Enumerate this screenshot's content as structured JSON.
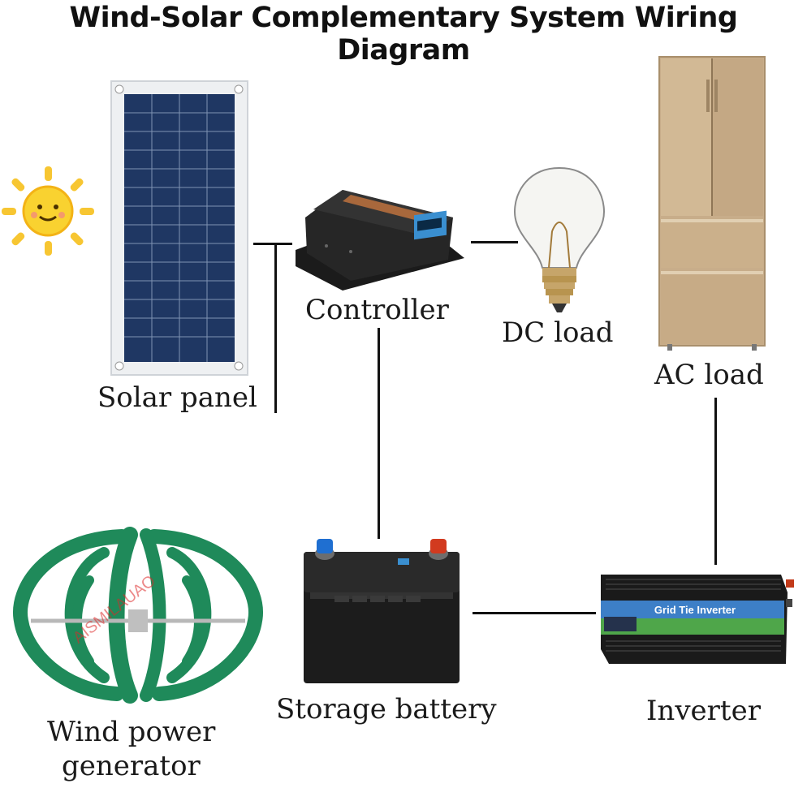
{
  "title": "Wind-Solar Complementary System Wiring Diagram",
  "labels": {
    "solar_panel": "Solar panel",
    "controller": "Controller",
    "dc_load": "DC load",
    "ac_load": "AC load",
    "storage_battery": "Storage battery",
    "inverter": "Inverter",
    "wind_line1": "Wind power",
    "wind_line2": "generator"
  },
  "inverter_text": "Grid Tie Inverter",
  "watermark": "AISMILAUAO",
  "colors": {
    "panel_cell": "#1f3763",
    "fridge": "#c8ad8a",
    "turbine": "#1f8a5a",
    "sun": "#f7c632"
  }
}
